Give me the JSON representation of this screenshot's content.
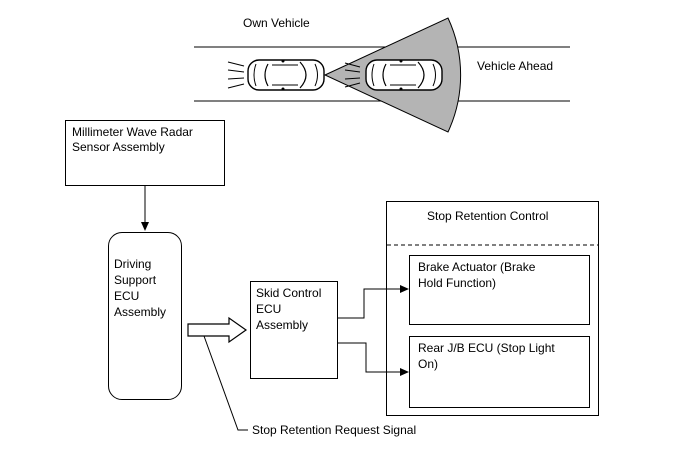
{
  "labels": {
    "own_vehicle": "Own Vehicle",
    "vehicle_ahead": "Vehicle Ahead",
    "request_signal": "Stop Retention Request Signal"
  },
  "boxes": {
    "radar_line1": "Millimeter Wave Radar",
    "radar_line2": "Sensor Assembly",
    "driving_line1": "Driving",
    "driving_line2": "Support",
    "driving_line3": "ECU",
    "driving_line4": "Assembly",
    "skid_line1": "Skid Control",
    "skid_line2": "ECU",
    "skid_line3": "Assembly",
    "stop_title": "Stop Retention Control",
    "brake_line1": "Brake Actuator (Brake",
    "brake_line2": "Hold Function)",
    "rearjb_line1": "Rear J/B ECU (Stop Light",
    "rearjb_line2": "On)"
  },
  "colors": {
    "radar_beam": "#b4b4b4",
    "line": "#000000"
  }
}
